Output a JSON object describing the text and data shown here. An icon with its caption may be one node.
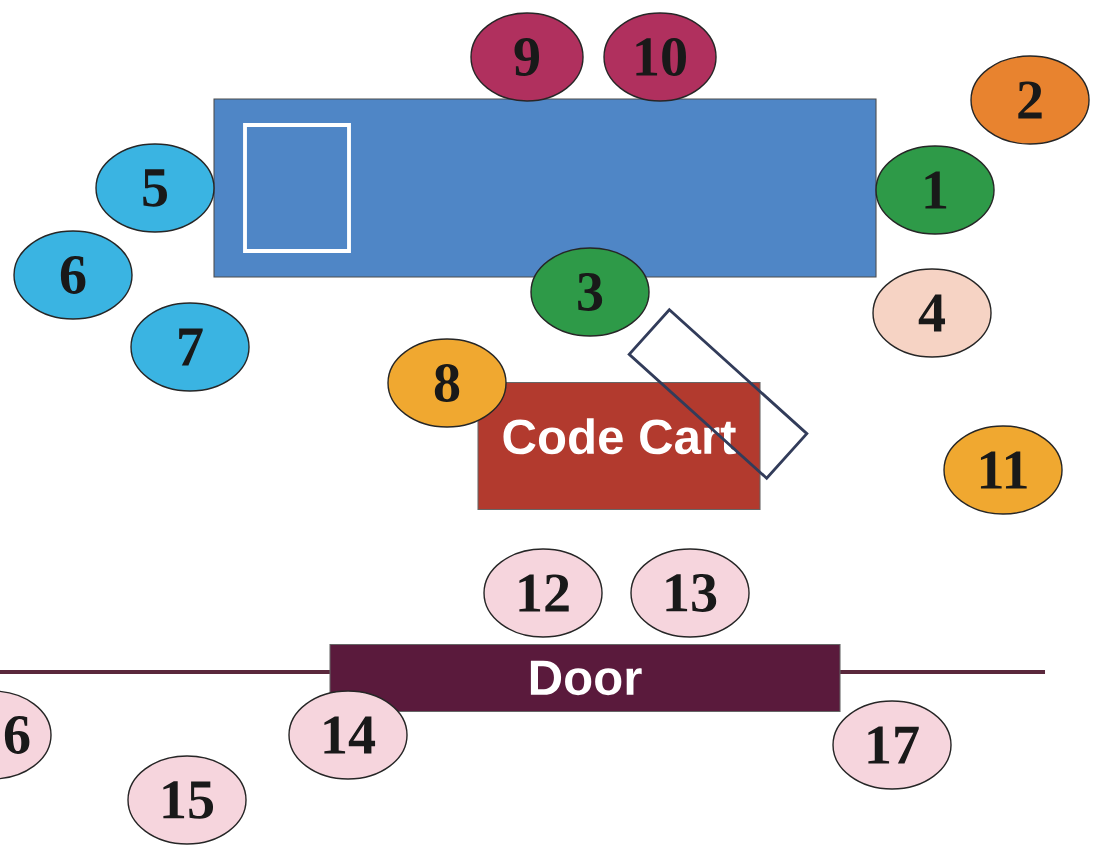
{
  "diagram": {
    "nodes": [
      {
        "text": [],
        "shape": "box"
      },
      {
        "text": [],
        "shape": "box",
        "in": 0
      },
      {
        "text": [
          "9"
        ]
      },
      {
        "text": [
          "10"
        ]
      },
      {
        "text": [
          "2"
        ]
      },
      {
        "text": [
          "5"
        ]
      },
      {
        "text": [
          "1"
        ]
      },
      {
        "text": [
          "6"
        ]
      },
      {
        "text": [
          "3"
        ]
      },
      {
        "text": [
          "4"
        ]
      },
      {
        "text": [
          "7"
        ]
      },
      {
        "text": [
          "8"
        ]
      },
      {
        "text": [],
        "shape": "box"
      },
      {
        "text": [
          "Code Cart"
        ]
      },
      {
        "text": [
          "11"
        ]
      },
      {
        "text": [
          "12"
        ]
      },
      {
        "text": [
          "13"
        ]
      },
      {
        "text": [
          "Door"
        ]
      },
      {
        "text": [
          "6"
        ]
      },
      {
        "text": [
          "14"
        ]
      },
      {
        "text": [
          "17"
        ]
      },
      {
        "text": [
          "15"
        ]
      }
    ]
  }
}
